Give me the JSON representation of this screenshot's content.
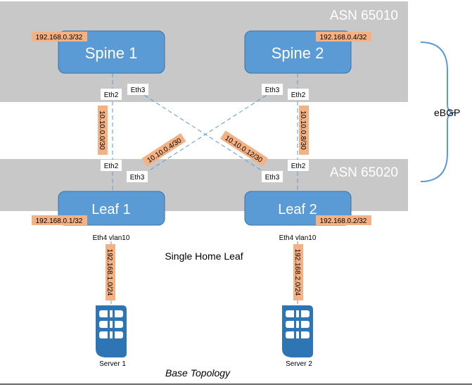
{
  "asn_top": "ASN 65010",
  "asn_bottom": "ASN 65020",
  "ebgp_label": "eBGP",
  "nodes": {
    "spine1": {
      "label": "Spine 1",
      "ip": "192.168.0.3/32"
    },
    "spine2": {
      "label": "Spine 2",
      "ip": "192.168.0.4/32"
    },
    "leaf1": {
      "label": "Leaf 1",
      "ip": "192.168.0.1/32",
      "downlink": "Eth4 vlan10"
    },
    "leaf2": {
      "label": "Leaf 2",
      "ip": "192.168.0.2/32",
      "downlink": "Eth4 vlan10"
    }
  },
  "ports": {
    "spine1_eth2": "Eth2",
    "spine1_eth3": "Eth3",
    "spine2_eth3": "Eth3",
    "spine2_eth2": "Eth2",
    "leaf1_eth2": "Eth2",
    "leaf1_eth3": "Eth3",
    "leaf2_eth3": "Eth3",
    "leaf2_eth2": "Eth2"
  },
  "links": {
    "s1_l1": "10.10.0.0/30",
    "s2_l1": "10.10.0.4/30",
    "s1_l2": "10.10.0.12/30",
    "s2_l2": "10.10.0.8/30"
  },
  "server_subnets": {
    "server1": "192.168.1.0/24",
    "server2": "192.168.2.0/24"
  },
  "servers": {
    "server1": "Server 1",
    "server2": "Server 2"
  },
  "single_home_label": "Single Home Leaf",
  "caption": "Base Topology",
  "colors": {
    "band": "#c8c8c8",
    "node_fill": "#5b9bd5",
    "node_stroke": "#41719c",
    "ip_tag": "#f4b183",
    "link": "#5b9bd5",
    "server": "#2e75b6",
    "bracket": "#5b9bd5"
  }
}
